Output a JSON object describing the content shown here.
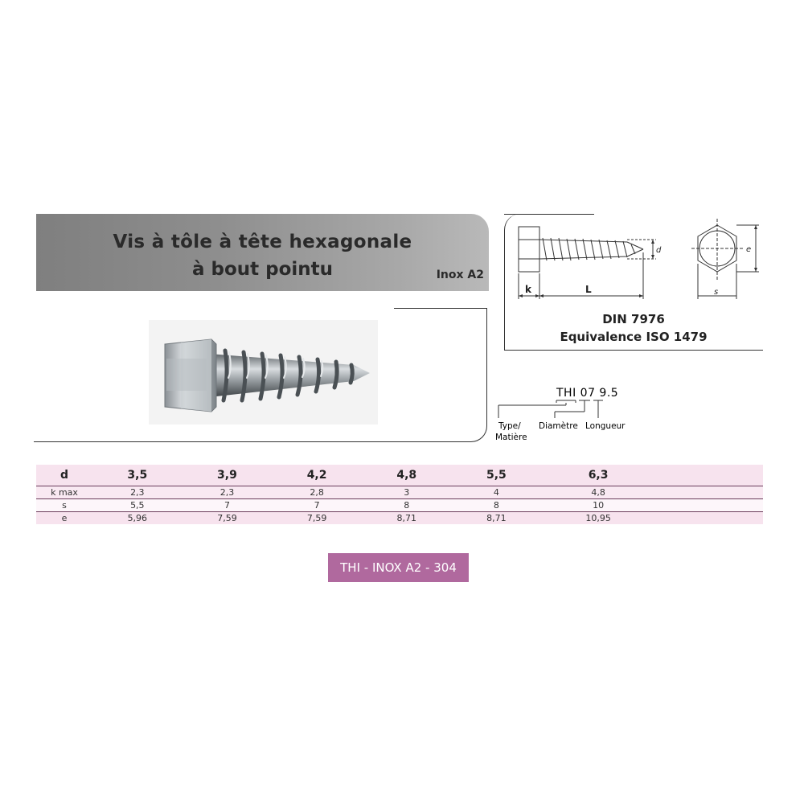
{
  "header": {
    "title_line1": "Vis à tôle à tête hexagonale",
    "title_line2": "à bout pointu",
    "material": "Inox A2"
  },
  "drawing": {
    "label_k": "k",
    "label_L": "L",
    "label_d": "d",
    "label_e": "e",
    "label_s": "s",
    "standard": "DIN 7976",
    "equivalence": "Equivalence ISO 1479"
  },
  "code_legend": {
    "code": "THI 07 9.5",
    "type_label_1": "Type/",
    "type_label_2": "Matière",
    "diameter_label": "Diamètre",
    "length_label": "Longueur"
  },
  "table": {
    "header": [
      "d",
      "3,5",
      "3,9",
      "4,2",
      "4,8",
      "5,5",
      "6,3"
    ],
    "rows": [
      [
        "k max",
        "2,3",
        "2,3",
        "2,8",
        "3",
        "4",
        "4,8"
      ],
      [
        "s",
        "5,5",
        "7",
        "7",
        "8",
        "8",
        "10"
      ],
      [
        "e",
        "5,96",
        "7,59",
        "7,59",
        "8,71",
        "8,71",
        "10,95"
      ]
    ]
  },
  "badge": {
    "label": "THI - INOX A2 - 304"
  },
  "colors": {
    "accent": "#b0699e",
    "table_band": "#f7e3ee",
    "banner_gray": "#8e8e8e"
  }
}
